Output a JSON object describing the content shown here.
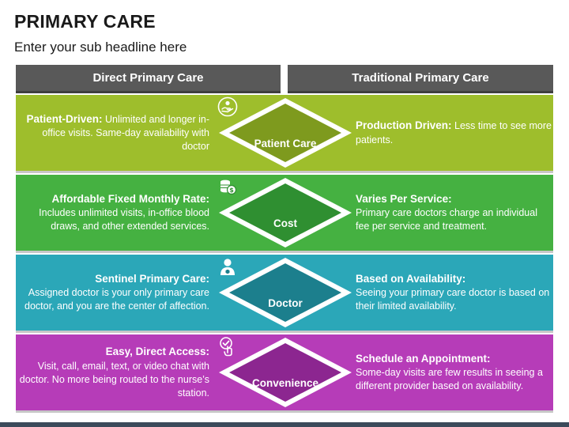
{
  "title": "PRIMARY CARE",
  "subtitle": "Enter your sub headline here",
  "headers": {
    "left": "Direct Primary Care",
    "right": "Traditional Primary Care"
  },
  "rows": [
    {
      "label": "Patient Care",
      "icon": "hand-person-icon",
      "color": "#9ebe2c",
      "diamond_color": "#7e9a1e",
      "left_head": "Patient-Driven:",
      "left_body": "Unlimited and longer in-office visits. Same-day availability with doctor",
      "right_head": "Production Driven:",
      "right_body": "Less time to see more patients."
    },
    {
      "label": "Cost",
      "icon": "coin-stack-icon",
      "color": "#45b141",
      "diamond_color": "#2f8f31",
      "left_head": "Affordable Fixed Monthly Rate:",
      "left_body": "Includes unlimited visits, in-office blood draws, and other extended services.",
      "right_head": "Varies Per Service:",
      "right_body": "Primary care doctors charge an individual fee per service and treatment."
    },
    {
      "label": "Doctor",
      "icon": "doctor-icon",
      "color": "#2ba7b8",
      "diamond_color": "#1c7f8d",
      "left_head": "Sentinel Primary Care:",
      "left_body": "Assigned doctor is your only primary care doctor, and you are the center of affection.",
      "right_head": "Based on Availability:",
      "right_body": " Seeing your primary care doctor is based on their limited availability."
    },
    {
      "label": "Convenience",
      "icon": "touch-check-icon",
      "color": "#b63cb8",
      "diamond_color": "#8c2690",
      "left_head": "Easy, Direct Access:",
      "left_body": "Visit, call, email, text, or video chat with doctor. No more being routed to the nurse’s station.",
      "right_head": "Schedule an Appointment:",
      "right_body": "Some-day visits are few results in seeing a different provider based on availability."
    }
  ]
}
